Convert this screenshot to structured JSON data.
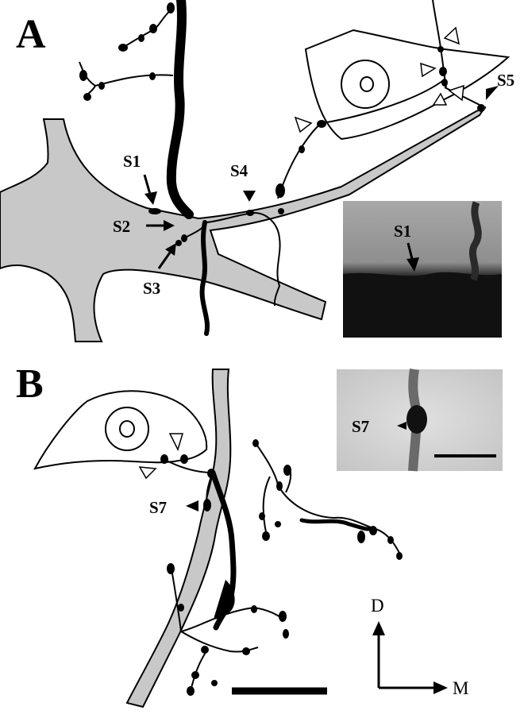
{
  "panels": [
    {
      "letter": "A",
      "labels": {
        "s1": "S1",
        "s2": "S2",
        "s3": "S3",
        "s4": "S4",
        "s5": "S5"
      },
      "inset": {
        "label": "S1",
        "style": "grayscale micrograph, dark lower region"
      }
    },
    {
      "letter": "B",
      "labels": {
        "s7": "S7"
      },
      "inset": {
        "label": "S7",
        "style": "grayscale micrograph, light field with dark vertical fiber"
      }
    }
  ],
  "orientation": {
    "dorsal": "D",
    "medial": "M"
  },
  "colors": {
    "ink": "#000000",
    "dendrite_fill": "#c8c8c8",
    "background": "#ffffff",
    "inset_a_dark": "#1a1a1a",
    "inset_a_light": "#9a9a9a",
    "inset_b_light": "#d6d6d6"
  },
  "markers": {
    "filled_arrowhead": "black triangle marker",
    "open_arrowhead": "white triangle marker with black outline"
  }
}
